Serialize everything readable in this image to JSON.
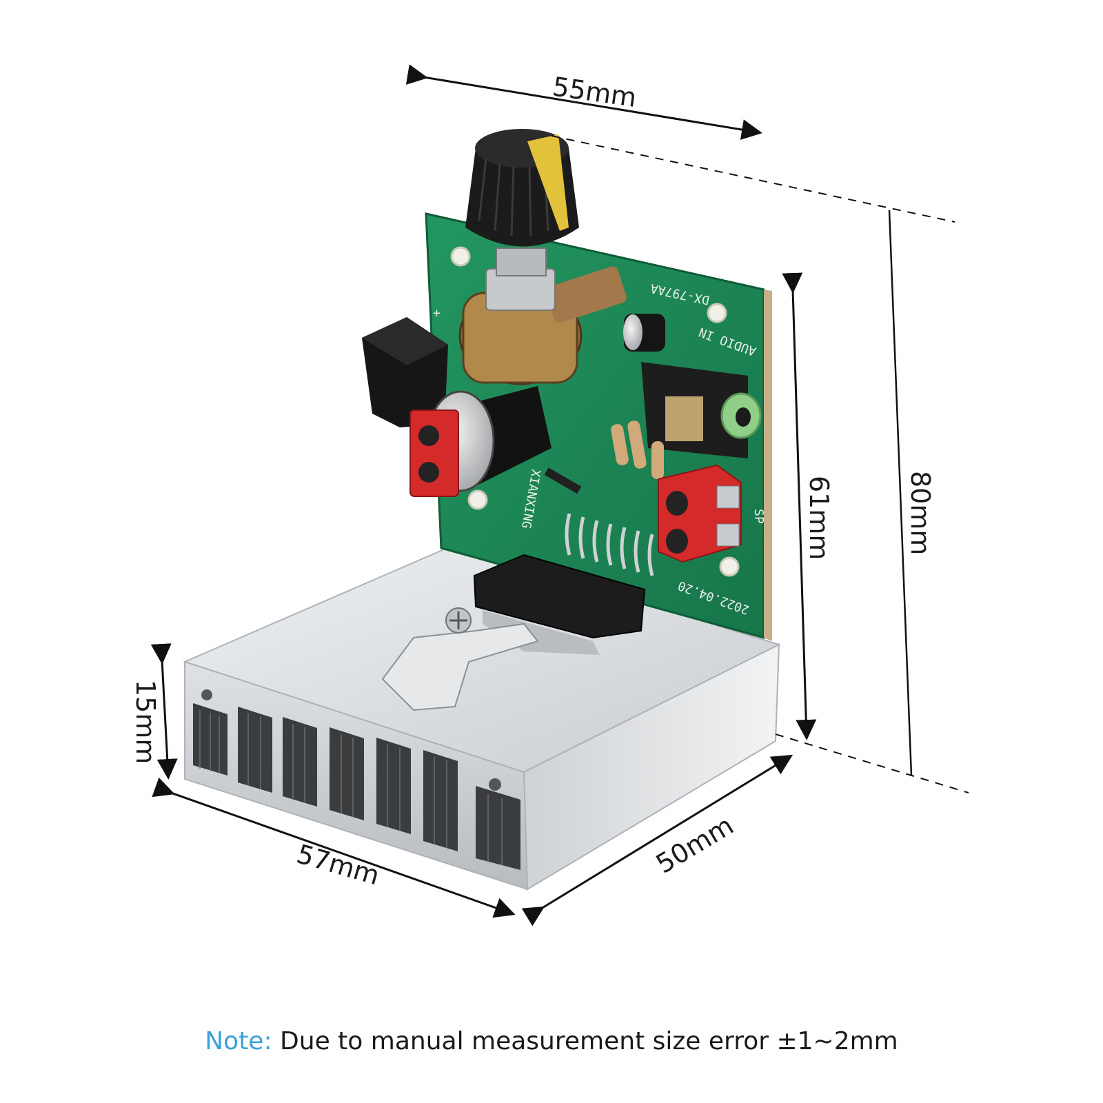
{
  "dimensions": {
    "board_width": "55mm",
    "total_height": "80mm",
    "board_height": "61mm",
    "heatsink_height": "15mm",
    "heatsink_width": "57mm",
    "heatsink_depth": "50mm"
  },
  "pcb_markings": {
    "model": "DX-797AA",
    "audio_in": "AUDIO IN",
    "date": "2022.04.20",
    "speaker": "SP",
    "brand": "XIANXING"
  },
  "note": {
    "label": "Note:",
    "text": "Due to manual measurement size error ±1~2mm"
  },
  "colors": {
    "pcb_green": "#1f8a55",
    "heatsink_silver": "#d9dcdf",
    "terminal_red": "#d42a2a",
    "knob_black": "#1b1b1b",
    "note_label_blue": "#3aa0d8",
    "background": "#ffffff"
  }
}
